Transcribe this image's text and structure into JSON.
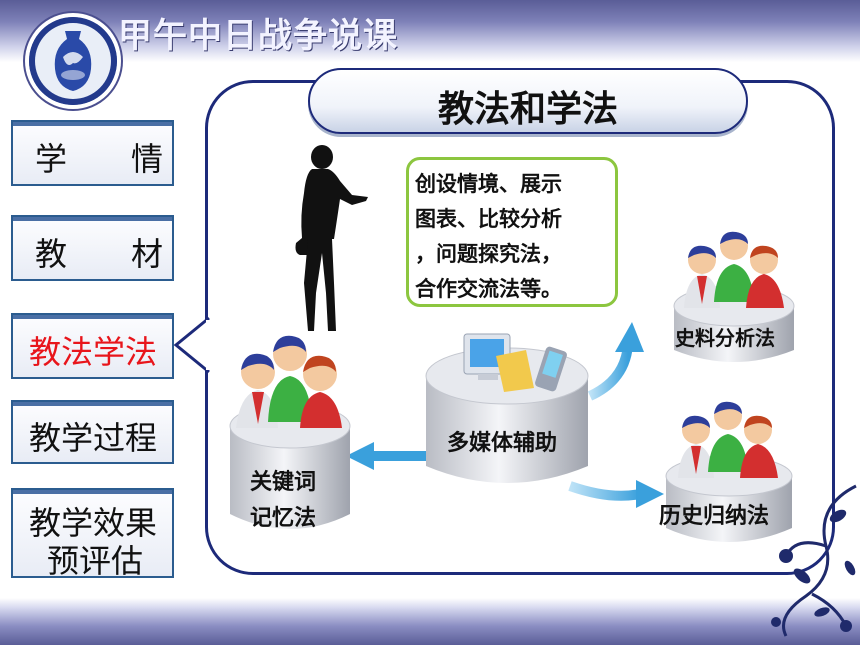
{
  "header": {
    "title": "甲午中日战争说课"
  },
  "sidebar": {
    "items": [
      {
        "label": "学　　情",
        "active": false
      },
      {
        "label": "教　　材",
        "active": false
      },
      {
        "label": "教法学法",
        "active": true
      },
      {
        "label": "教学过程",
        "active": false
      },
      {
        "label": "教学效果",
        "label2": "预评估",
        "active": false
      }
    ]
  },
  "main": {
    "heading": "教法和学法",
    "methods": {
      "lines": [
        "创设情境、展示",
        "图表、比较分析",
        "，问题探究法，",
        "合作交流法等。"
      ]
    },
    "center_node": "多媒体辅助",
    "left_node": {
      "line1": "关键词",
      "line2": "记忆法"
    },
    "right_top_node": "史料分析法",
    "right_bottom_node": "历史归纳法"
  },
  "colors": {
    "accent_red": "#e8151b",
    "frame_navy": "#1d2a7a",
    "method_border": "#8cc63f",
    "arrow_blue": "#3aa0dc"
  }
}
